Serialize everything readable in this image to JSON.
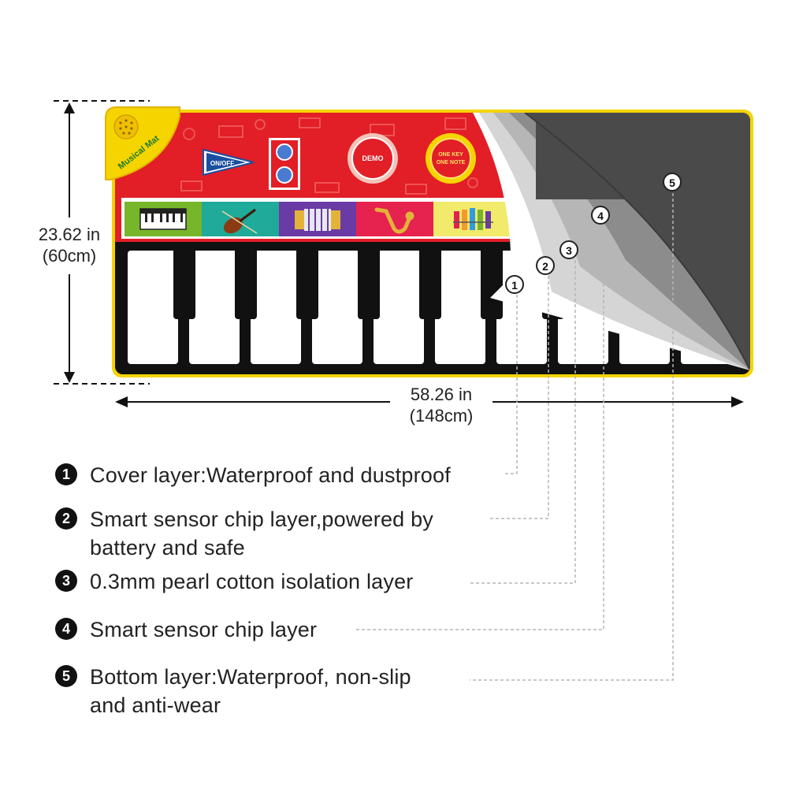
{
  "product": {
    "mat_label": "Musical Mat",
    "onoff_label": "ON/OFF",
    "demo_label": "DEMO",
    "onekey_label_line1": "ONE KEY",
    "onekey_label_line2": "ONE NOTE",
    "instrument_icons": [
      "piano-icon",
      "violin-icon",
      "accordion-icon",
      "saxophone-icon",
      "xylophone-icon"
    ]
  },
  "dimensions": {
    "height_in": "23.62 in",
    "height_cm": "(60cm)",
    "width_in": "58.26 in",
    "width_cm": "(148cm)"
  },
  "layer_markers": [
    "1",
    "2",
    "3",
    "4",
    "5"
  ],
  "layers": [
    {
      "number": "1",
      "lines": [
        "Cover layer:Waterproof and dustproof"
      ]
    },
    {
      "number": "2",
      "lines": [
        "Smart sensor chip layer,powered by",
        "battery and safe"
      ]
    },
    {
      "number": "3",
      "lines": [
        "0.3mm pearl cotton isolation layer"
      ]
    },
    {
      "number": "4",
      "lines": [
        "Smart sensor chip layer"
      ]
    },
    {
      "number": "5",
      "lines": [
        "Bottom layer:Waterproof, non-slip",
        "and anti-wear"
      ]
    }
  ],
  "colors": {
    "mat_border": "#f5d400",
    "mat_red": "#e21e26",
    "key_black": "#111111",
    "layer_dark": "#4a4a4a"
  }
}
